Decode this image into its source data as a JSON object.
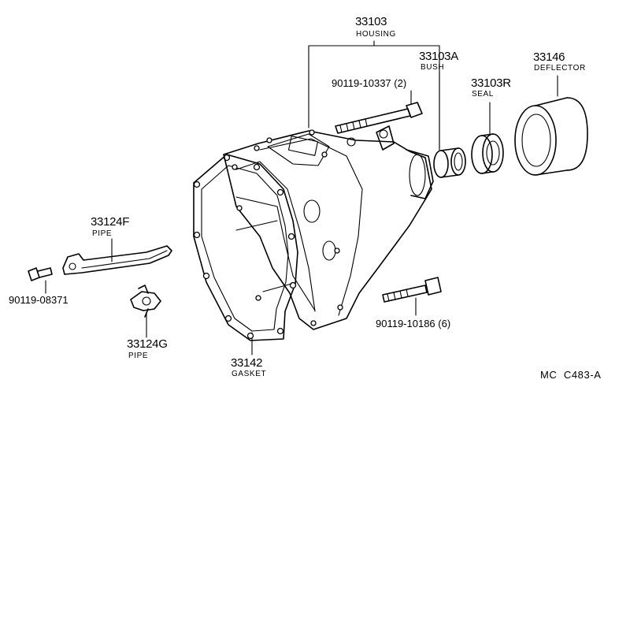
{
  "labels": {
    "housing": {
      "part_no": "33103",
      "name": "HOUSING"
    },
    "bush": {
      "part_no": "33103A",
      "name": "BUSH"
    },
    "seal": {
      "part_no": "33103R",
      "name": "SEAL"
    },
    "deflector": {
      "part_no": "33146",
      "name": "DEFLECTOR"
    },
    "bolt_top": {
      "part_no": "90119-10337 (2)"
    },
    "bolt_bottom": {
      "part_no": "90119-10186 (6)"
    },
    "bolt_left": {
      "part_no": "90119-08371"
    },
    "pipe_f": {
      "part_no": "33124F",
      "name": "PIPE"
    },
    "pipe_g": {
      "part_no": "33124G",
      "name": "PIPE"
    },
    "gasket": {
      "part_no": "33142",
      "name": "GASKET"
    }
  },
  "diagram_code": "MC  C483-A"
}
